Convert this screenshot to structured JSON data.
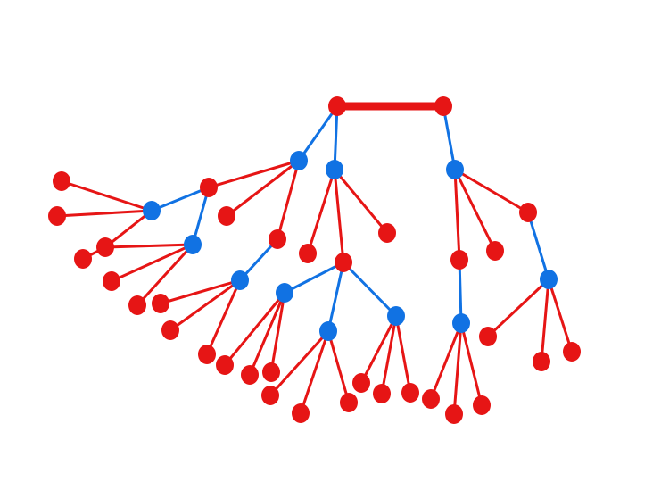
{
  "colors": {
    "red": "#e61515",
    "blue": "#1172e3",
    "background": "#ffffff"
  },
  "nodes": [
    {
      "id": "n1",
      "color": "red"
    },
    {
      "id": "n2",
      "color": "red"
    },
    {
      "id": "n3",
      "color": "blue"
    },
    {
      "id": "n4",
      "color": "blue"
    },
    {
      "id": "n5",
      "color": "blue"
    },
    {
      "id": "n6",
      "color": "red"
    },
    {
      "id": "n7",
      "color": "red"
    },
    {
      "id": "n8",
      "color": "red"
    },
    {
      "id": "n9",
      "color": "blue"
    },
    {
      "id": "n10",
      "color": "blue"
    },
    {
      "id": "n11",
      "color": "red"
    },
    {
      "id": "n12",
      "color": "red"
    },
    {
      "id": "n13",
      "color": "red"
    },
    {
      "id": "n14",
      "color": "red"
    },
    {
      "id": "n15",
      "color": "red"
    },
    {
      "id": "n16",
      "color": "red"
    },
    {
      "id": "n17",
      "color": "blue"
    },
    {
      "id": "n18",
      "color": "red"
    },
    {
      "id": "n19",
      "color": "red"
    },
    {
      "id": "n20",
      "color": "red"
    },
    {
      "id": "n21",
      "color": "red"
    },
    {
      "id": "n22",
      "color": "red"
    },
    {
      "id": "n23",
      "color": "red"
    },
    {
      "id": "n24",
      "color": "blue"
    },
    {
      "id": "n25",
      "color": "blue"
    },
    {
      "id": "n26",
      "color": "blue"
    },
    {
      "id": "n27",
      "color": "red"
    },
    {
      "id": "n28",
      "color": "red"
    },
    {
      "id": "n29",
      "color": "red"
    },
    {
      "id": "n30",
      "color": "red"
    },
    {
      "id": "n31",
      "color": "red"
    },
    {
      "id": "n32",
      "color": "red"
    },
    {
      "id": "n33",
      "color": "red"
    },
    {
      "id": "n34",
      "color": "red"
    },
    {
      "id": "n35",
      "color": "red"
    },
    {
      "id": "n36",
      "color": "red"
    },
    {
      "id": "n37",
      "color": "red"
    },
    {
      "id": "n38",
      "color": "red"
    },
    {
      "id": "n39",
      "color": "blue"
    },
    {
      "id": "n40",
      "color": "red"
    },
    {
      "id": "n41",
      "color": "red"
    },
    {
      "id": "n42",
      "color": "red"
    },
    {
      "id": "n43",
      "color": "blue"
    },
    {
      "id": "n44",
      "color": "red"
    },
    {
      "id": "n45",
      "color": "red"
    },
    {
      "id": "n46",
      "color": "red"
    }
  ],
  "edges": [
    {
      "from": "n1",
      "to": "n2",
      "color": "red",
      "emphasis": true
    },
    {
      "from": "n1",
      "to": "n3",
      "color": "blue"
    },
    {
      "from": "n1",
      "to": "n4",
      "color": "blue"
    },
    {
      "from": "n2",
      "to": "n5",
      "color": "blue"
    },
    {
      "from": "n3",
      "to": "n6",
      "color": "red"
    },
    {
      "from": "n3",
      "to": "n7",
      "color": "red"
    },
    {
      "from": "n3",
      "to": "n8",
      "color": "red"
    },
    {
      "from": "n6",
      "to": "n9",
      "color": "blue"
    },
    {
      "from": "n6",
      "to": "n10",
      "color": "blue"
    },
    {
      "from": "n9",
      "to": "n11",
      "color": "red"
    },
    {
      "from": "n9",
      "to": "n12",
      "color": "red"
    },
    {
      "from": "n9",
      "to": "n13",
      "color": "red"
    },
    {
      "from": "n13",
      "to": "n14",
      "color": "red"
    },
    {
      "from": "n10",
      "to": "n13",
      "color": "red"
    },
    {
      "from": "n10",
      "to": "n15",
      "color": "red"
    },
    {
      "from": "n10",
      "to": "n16",
      "color": "red"
    },
    {
      "from": "n8",
      "to": "n17",
      "color": "blue"
    },
    {
      "from": "n17",
      "to": "n18",
      "color": "red"
    },
    {
      "from": "n17",
      "to": "n19",
      "color": "red"
    },
    {
      "from": "n17",
      "to": "n20",
      "color": "red"
    },
    {
      "from": "n4",
      "to": "n21",
      "color": "red"
    },
    {
      "from": "n4",
      "to": "n22",
      "color": "red"
    },
    {
      "from": "n4",
      "to": "n23",
      "color": "red"
    },
    {
      "from": "n22",
      "to": "n24",
      "color": "blue"
    },
    {
      "from": "n22",
      "to": "n25",
      "color": "blue"
    },
    {
      "from": "n22",
      "to": "n26",
      "color": "blue"
    },
    {
      "from": "n24",
      "to": "n27",
      "color": "red"
    },
    {
      "from": "n24",
      "to": "n28",
      "color": "red"
    },
    {
      "from": "n24",
      "to": "n29",
      "color": "red"
    },
    {
      "from": "n25",
      "to": "n30",
      "color": "red"
    },
    {
      "from": "n25",
      "to": "n31",
      "color": "red"
    },
    {
      "from": "n25",
      "to": "n32",
      "color": "red"
    },
    {
      "from": "n26",
      "to": "n33",
      "color": "red"
    },
    {
      "from": "n26",
      "to": "n34",
      "color": "red"
    },
    {
      "from": "n26",
      "to": "n35",
      "color": "red"
    },
    {
      "from": "n5",
      "to": "n36",
      "color": "red"
    },
    {
      "from": "n5",
      "to": "n37",
      "color": "red"
    },
    {
      "from": "n5",
      "to": "n38",
      "color": "red"
    },
    {
      "from": "n36",
      "to": "n39",
      "color": "blue"
    },
    {
      "from": "n39",
      "to": "n40",
      "color": "red"
    },
    {
      "from": "n39",
      "to": "n41",
      "color": "red"
    },
    {
      "from": "n39",
      "to": "n42",
      "color": "red"
    },
    {
      "from": "n38",
      "to": "n43",
      "color": "blue"
    },
    {
      "from": "n43",
      "to": "n44",
      "color": "red"
    },
    {
      "from": "n43",
      "to": "n45",
      "color": "red"
    },
    {
      "from": "n43",
      "to": "n46",
      "color": "red"
    }
  ]
}
